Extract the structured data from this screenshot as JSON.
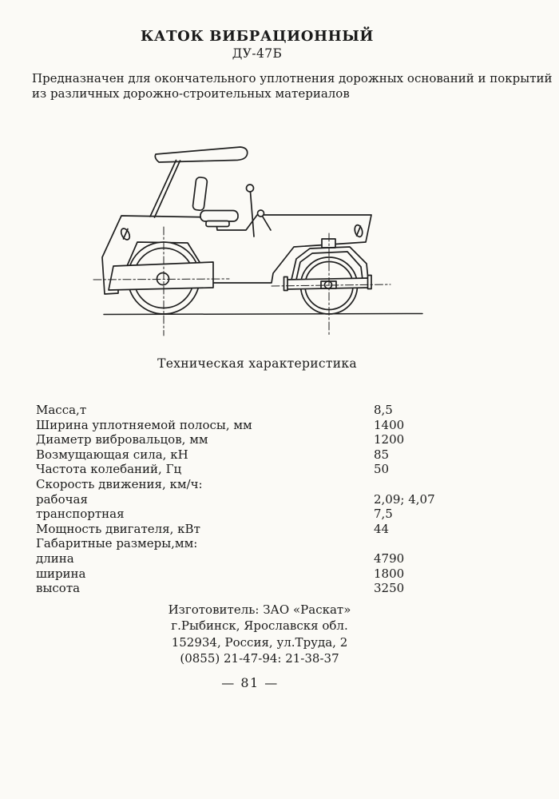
{
  "page": {
    "title_line1": "КАТОК ВИБРАЦИОННЫЙ",
    "title_line2": "ДУ-47Б",
    "description_lines": [
      "Предназначен для окончательного уплотнения дорожных оснований и покрытий",
      "из различных дорожно-строительных материалов"
    ],
    "section_heading": "Техническая характеристика",
    "page_number": "— 81 —"
  },
  "specs": {
    "rows": [
      {
        "label": "Масса,т",
        "value": "8,5"
      },
      {
        "label": "Ширина уплотняемой полосы, мм",
        "value": "1400"
      },
      {
        "label": "Диаметр вибровальцов, мм",
        "value": "1200"
      },
      {
        "label": "Возмущающая сила, кН",
        "value": "85"
      },
      {
        "label": "Частота колебаний, Гц",
        "value": "50"
      },
      {
        "label": "Скорость движения, км/ч:",
        "value": ""
      },
      {
        "label": "рабочая",
        "value": "2,09; 4,07"
      },
      {
        "label": "транспортная",
        "value": "7,5"
      },
      {
        "label": "Мощность двигателя, кВт",
        "value": "44"
      },
      {
        "label": "Габаритные размеры,мм:",
        "value": ""
      },
      {
        "label": "длина",
        "value": "4790"
      },
      {
        "label": "ширина",
        "value": "1800"
      },
      {
        "label": "высота",
        "value": "3250"
      }
    ]
  },
  "manufacturer": {
    "lines": [
      "Изготовитель: ЗАО «Раскат»",
      "г.Рыбинск, Ярославскя обл.",
      "152934, Россия, ул.Труда, 2",
      "(0855) 21-47-94: 21-38-37"
    ]
  },
  "colors": {
    "paper": "#fbfaf6",
    "ink": "#1b1b1b"
  }
}
